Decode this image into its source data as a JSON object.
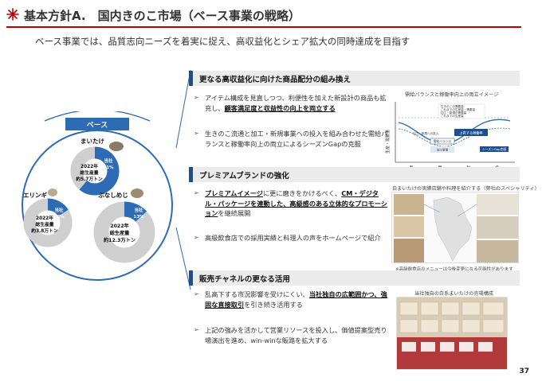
{
  "header": {
    "title": "基本方針A.　国内きのこ市場（ベース事業の戦略）",
    "subtitle": "ベース事業では、品質志向ニーズを着実に捉え、高収益化とシェア拡大の同時達成を目指す"
  },
  "left_panel": {
    "badge": "ベース",
    "maitake": {
      "name": "まいたけ",
      "share_label": "当社",
      "share_value": "61%",
      "production_line1": "2022年",
      "production_line2": "総生産量",
      "production_line3": "約5.7万トン",
      "share_fraction": 0.61
    },
    "eringi": {
      "name": "エリンギ",
      "share_label": "当社",
      "share_value": "16%",
      "production_line1": "2022年",
      "production_line2": "総生産量",
      "production_line3": "約3.8万トン",
      "share_fraction": 0.16
    },
    "bunashimeji": {
      "name": "ぶなしめじ",
      "share_label": "当社",
      "share_value": "13%",
      "production_line1": "2022年",
      "production_line2": "総生産量",
      "production_line3": "約12.3万トン",
      "share_fraction": 0.13
    }
  },
  "sections": [
    {
      "title": "更なる高収益化に向けた商品配分の組み換え",
      "bullets": [
        {
          "pre": "アイテム構成を見直しつつ、利便性を加えた新設計の商品も拡充し、",
          "em": "顧客満足度と収益性の向上を両立する",
          "post": ""
        },
        {
          "pre": "生きのこ流通と加工・新規事業への投入を組み合わせた需給バランスと稼働率向上の両立によるシーズンGapの克服",
          "em": "",
          "post": ""
        }
      ]
    },
    {
      "title": "プレミアムブランドの強化",
      "bullets": [
        {
          "pre": "",
          "em": "プレミアムイメージ",
          "mid": "に更に磨きをかけるべく、",
          "em2": "CM・デジタル・パッケージを連動した、高級感のある立体的なプロモーション",
          "post": "を継続展開"
        },
        {
          "pre": "高級飲食店での採用実績と料理人の声をホームページで紹介",
          "em": "",
          "post": ""
        }
      ]
    },
    {
      "title": "販売チャネルの更なる活用",
      "bullets": [
        {
          "pre": "乱高下する市況影響を受けにくい、",
          "em": "当社独自の広範囲かつ、強固な直接取引",
          "post": "を引き続き活用する"
        },
        {
          "pre": "上記の強みを活かして営業リソースを投入し、価値提案型売り場演出を進め、win-winな販路を拡大する",
          "em": "",
          "post": ""
        }
      ]
    }
  ],
  "figures": {
    "chart_caption": "需給バランスと稼働率向上の両立イメージ",
    "chart_y_label": "生産・需要量",
    "chart_seasons": [
      "春",
      "夏",
      "秋",
      "冬"
    ],
    "chart_legend": [
      "生きのこの需要量",
      "これまでの生産量・需要量",
      "加工・新規の需要量",
      "これまでの生産量"
    ],
    "chart_box_labels": [
      "上昇する稼働率",
      "需給バランス",
      "加工事業",
      "新たな需要",
      "シーズンGap克服"
    ],
    "chart_annotation": "加工・新規への投入",
    "photos_caption": "白まいたけの実績店舗や料理を紹介する（弊社のスペシャリティ）",
    "photos_note": "※高級飲食店のメニューは今後変更になる可能性があります",
    "store_caption": "当社独自の白系まいたけの売場構成"
  },
  "page_number": "37",
  "colors": {
    "accent_red": "#c00000",
    "navy": "#1f4e8c",
    "blue": "#2e6bb5",
    "grey": "#cfcfcf"
  }
}
